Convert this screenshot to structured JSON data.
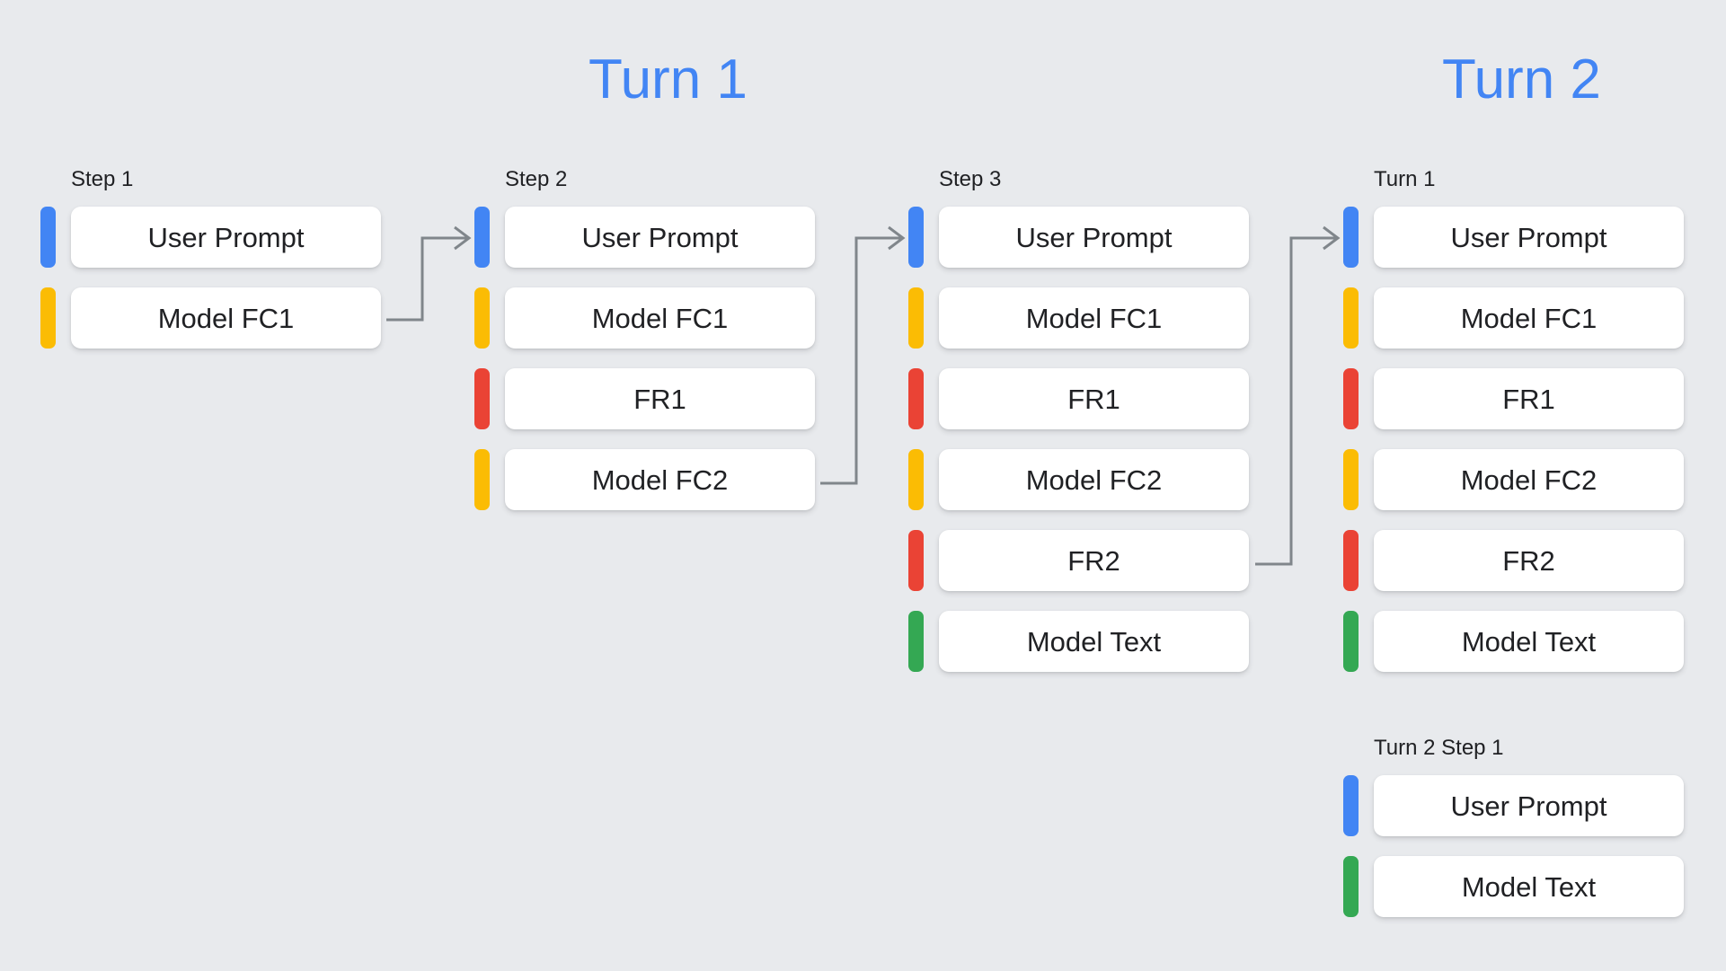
{
  "background_color": "#E8EAED",
  "palette": {
    "blue": "#4285F4",
    "yellow": "#FBBC04",
    "red": "#EA4335",
    "green": "#34A853",
    "title_blue": "#4285F4",
    "text": "#202124",
    "card": "#FFFFFF",
    "arrow": "#80868B"
  },
  "titles": {
    "turn1": "Turn 1",
    "turn2": "Turn 2"
  },
  "columns": [
    {
      "id": "step-1",
      "label": "Step 1",
      "rows": [
        {
          "label": "User Prompt",
          "color": "blue"
        },
        {
          "label": "Model FC1",
          "color": "yellow"
        }
      ]
    },
    {
      "id": "step-2",
      "label": "Step 2",
      "rows": [
        {
          "label": "User Prompt",
          "color": "blue"
        },
        {
          "label": "Model FC1",
          "color": "yellow"
        },
        {
          "label": "FR1",
          "color": "red"
        },
        {
          "label": "Model FC2",
          "color": "yellow"
        }
      ]
    },
    {
      "id": "step-3",
      "label": "Step 3",
      "rows": [
        {
          "label": "User Prompt",
          "color": "blue"
        },
        {
          "label": "Model FC1",
          "color": "yellow"
        },
        {
          "label": "FR1",
          "color": "red"
        },
        {
          "label": "Model FC2",
          "color": "yellow"
        },
        {
          "label": "FR2",
          "color": "red"
        },
        {
          "label": "Model Text",
          "color": "green"
        }
      ]
    },
    {
      "id": "turn-1-recap",
      "label": "Turn 1",
      "rows": [
        {
          "label": "User Prompt",
          "color": "blue"
        },
        {
          "label": "Model FC1",
          "color": "yellow"
        },
        {
          "label": "FR1",
          "color": "red"
        },
        {
          "label": "Model FC2",
          "color": "yellow"
        },
        {
          "label": "FR2",
          "color": "red"
        },
        {
          "label": "Model Text",
          "color": "green"
        }
      ]
    },
    {
      "id": "turn-2-step-1",
      "label": "Turn 2 Step 1",
      "rows": [
        {
          "label": "User Prompt",
          "color": "blue"
        },
        {
          "label": "Model Text",
          "color": "green"
        }
      ]
    }
  ],
  "connectors": [
    {
      "id": "step1-to-step2",
      "from": "Model FC1",
      "to": "User Prompt"
    },
    {
      "id": "step2-to-step3",
      "from": "Model FC2",
      "to": "User Prompt"
    },
    {
      "id": "step3-to-turn1-recap",
      "from": "FR2",
      "to": "User Prompt"
    }
  ]
}
